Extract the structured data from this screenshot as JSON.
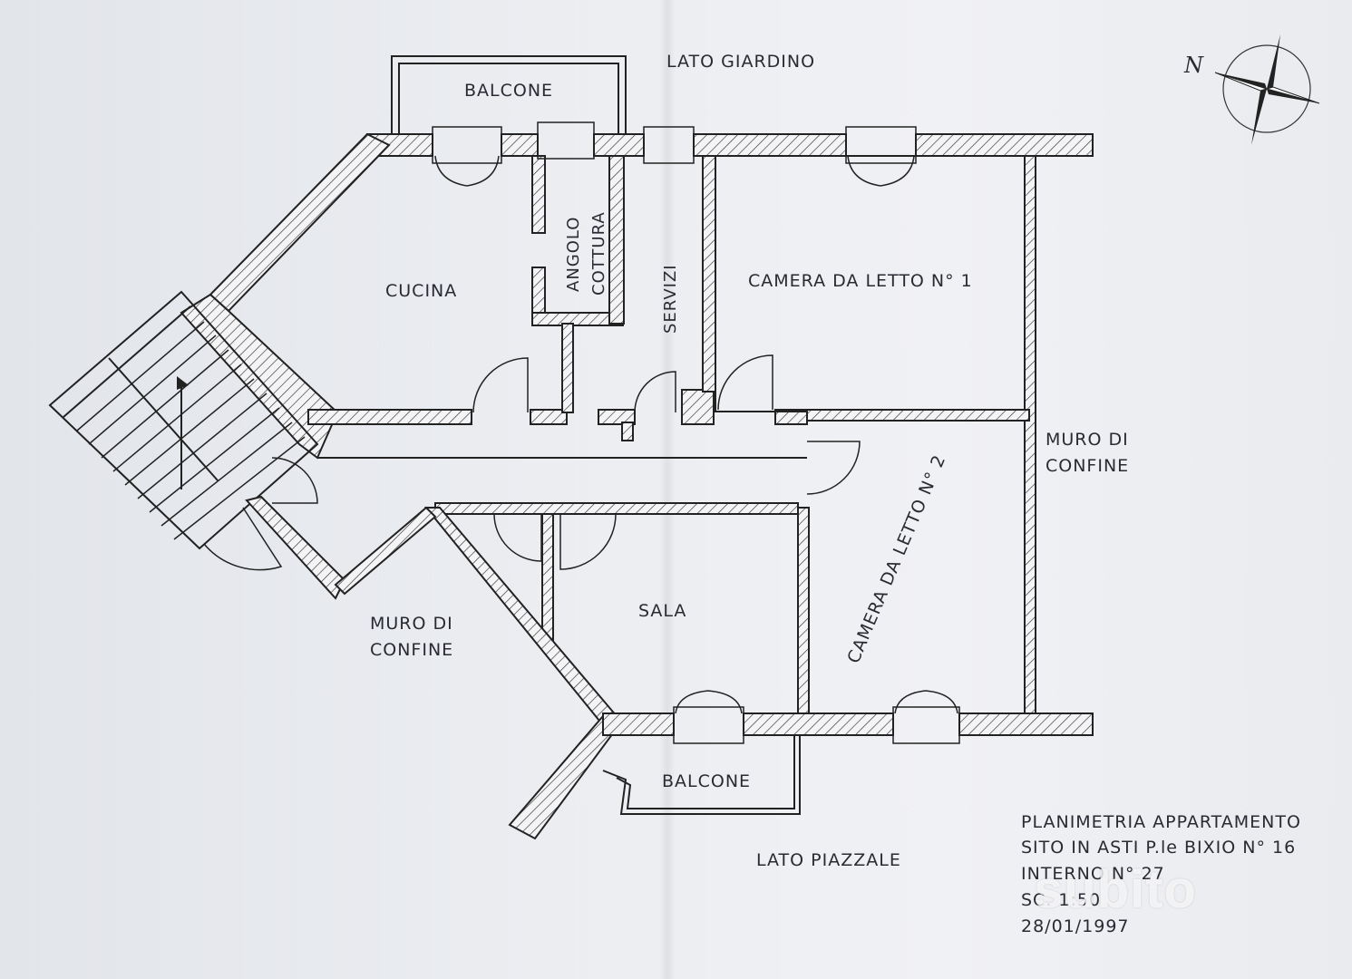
{
  "labels": {
    "lato_giardino": "LATO GIARDINO",
    "balcone_top": "BALCONE",
    "cucina": "CUCINA",
    "angolo": "ANGOLO",
    "cottura": "COTTURA",
    "servizi": "SERVIZI",
    "camera1": "CAMERA DA LETTO N° 1",
    "camera2": "CAMERA DA LETTO N° 2",
    "muro_right_1": "MURO DI",
    "muro_right_2": "CONFINE",
    "muro_left_1": "MURO DI",
    "muro_left_2": "CONFINE",
    "sala": "SALA",
    "balcone_bottom": "BALCONE",
    "lato_piazzale": "LATO PIAZZALE"
  },
  "title_block": {
    "line1": "PLANIMETRIA APPARTAMENTO",
    "line2": "SITO IN ASTI P.le BIXIO N° 16",
    "line3": "INTERNO N° 27",
    "line4": "SC. 1:50",
    "line5": "28/01/1997"
  },
  "compass": {
    "letter": "N"
  },
  "watermark": "subito"
}
